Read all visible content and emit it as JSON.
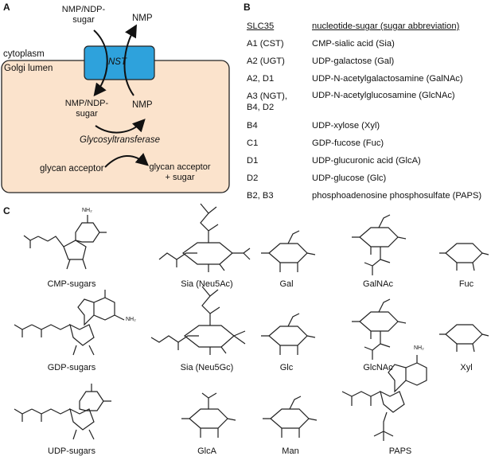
{
  "panelA": {
    "letter": "A",
    "top_in": "NMP/NDP-\nsugar",
    "top_out": "NMP",
    "cytoplasm": "cytoplasm",
    "golgi": "Golgi lumen",
    "transporter": "NST",
    "lumen_sugar": "NMP/NDP-\nsugar",
    "lumen_nmp": "NMP",
    "enzyme": "Glycosyltransferase",
    "acceptor": "glycan acceptor",
    "product": "glycan acceptor\n+ sugar",
    "colors": {
      "lumen": "#fbe3cc",
      "transporter": "#2ea2dc"
    }
  },
  "panelB": {
    "letter": "B",
    "header_family": "SLC35",
    "header_ns": "nucleotide-sugar (sugar abbreviation)",
    "rows": [
      {
        "family": "A1 (CST)",
        "ns": "CMP-sialic acid (Sia)"
      },
      {
        "family": "A2 (UGT)",
        "ns": "UDP-galactose (Gal)"
      },
      {
        "family": "A2, D1",
        "ns": "UDP-N-acetylgalactosamine (GalNAc)"
      },
      {
        "family": "A3 (NGT),\nB4, D2",
        "ns": "UDP-N-acetylglucosamine (GlcNAc)"
      },
      {
        "family": "B4",
        "ns": "UDP-xylose (Xyl)"
      },
      {
        "family": "C1",
        "ns": "GDP-fucose (Fuc)"
      },
      {
        "family": "D1",
        "ns": "UDP-glucuronic acid (GlcA)"
      },
      {
        "family": "D2",
        "ns": "UDP-glucose (Glc)"
      },
      {
        "family": "B2, B3",
        "ns": "phosphoadenosine phosphosulfate (PAPS)"
      }
    ]
  },
  "panelC": {
    "letter": "C",
    "labels": {
      "cmp": "CMP-sugars",
      "sia_ac": "Sia (Neu5Ac)",
      "gal": "Gal",
      "galnac": "GalNAc",
      "fuc": "Fuc",
      "gdp": "GDP-sugars",
      "sia_gc": "Sia (Neu5Gc)",
      "glc": "Glc",
      "glcnac": "GlcNAc",
      "xyl": "Xyl",
      "udp": "UDP-sugars",
      "glca": "GlcA",
      "man": "Man",
      "paps": "PAPS"
    }
  }
}
